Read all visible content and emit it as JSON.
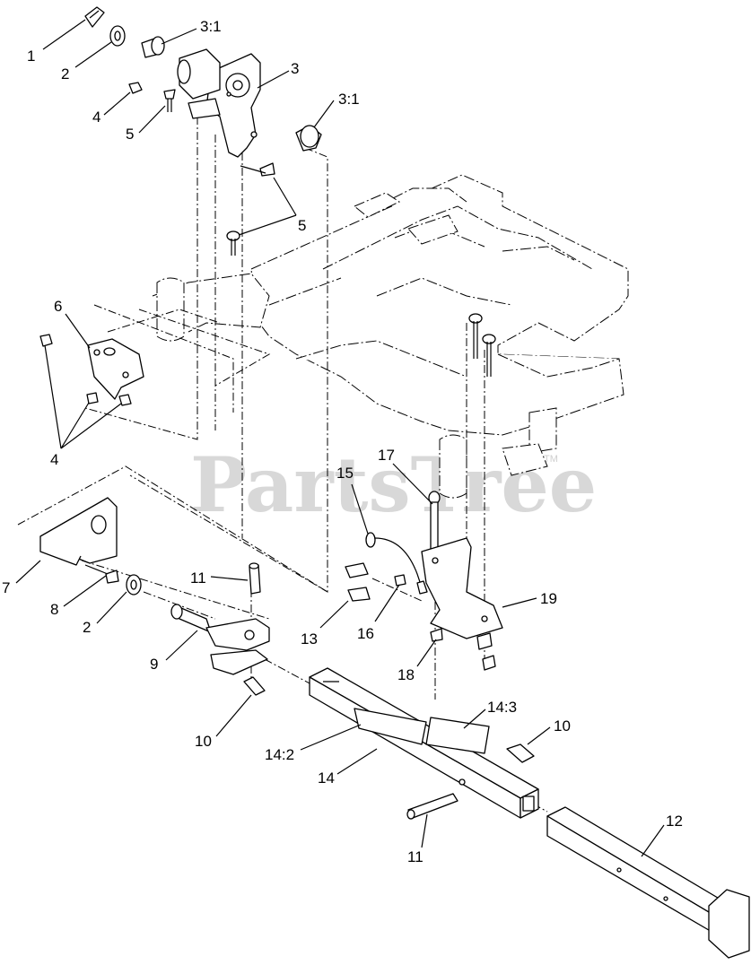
{
  "watermark": "PartsTree",
  "watermark_tm": "TM",
  "callouts": [
    {
      "id": "c1",
      "text": "1"
    },
    {
      "id": "c2a",
      "text": "2"
    },
    {
      "id": "c31a",
      "text": "3:1"
    },
    {
      "id": "c3",
      "text": "3"
    },
    {
      "id": "c31b",
      "text": "3:1"
    },
    {
      "id": "c4a",
      "text": "4"
    },
    {
      "id": "c5a",
      "text": "5"
    },
    {
      "id": "c5b",
      "text": "5"
    },
    {
      "id": "c6",
      "text": "6"
    },
    {
      "id": "c4b",
      "text": "4"
    },
    {
      "id": "c15",
      "text": "15"
    },
    {
      "id": "c17",
      "text": "17"
    },
    {
      "id": "c7",
      "text": "7"
    },
    {
      "id": "c8",
      "text": "8"
    },
    {
      "id": "c2b",
      "text": "2"
    },
    {
      "id": "c11a",
      "text": "11"
    },
    {
      "id": "c13",
      "text": "13"
    },
    {
      "id": "c16",
      "text": "16"
    },
    {
      "id": "c19",
      "text": "19"
    },
    {
      "id": "c9",
      "text": "9"
    },
    {
      "id": "c18",
      "text": "18"
    },
    {
      "id": "c143",
      "text": "14:3"
    },
    {
      "id": "c10a",
      "text": "10"
    },
    {
      "id": "c142",
      "text": "14:2"
    },
    {
      "id": "c10b",
      "text": "10"
    },
    {
      "id": "c14",
      "text": "14"
    },
    {
      "id": "c12",
      "text": "12"
    },
    {
      "id": "c11b",
      "text": "11"
    }
  ]
}
